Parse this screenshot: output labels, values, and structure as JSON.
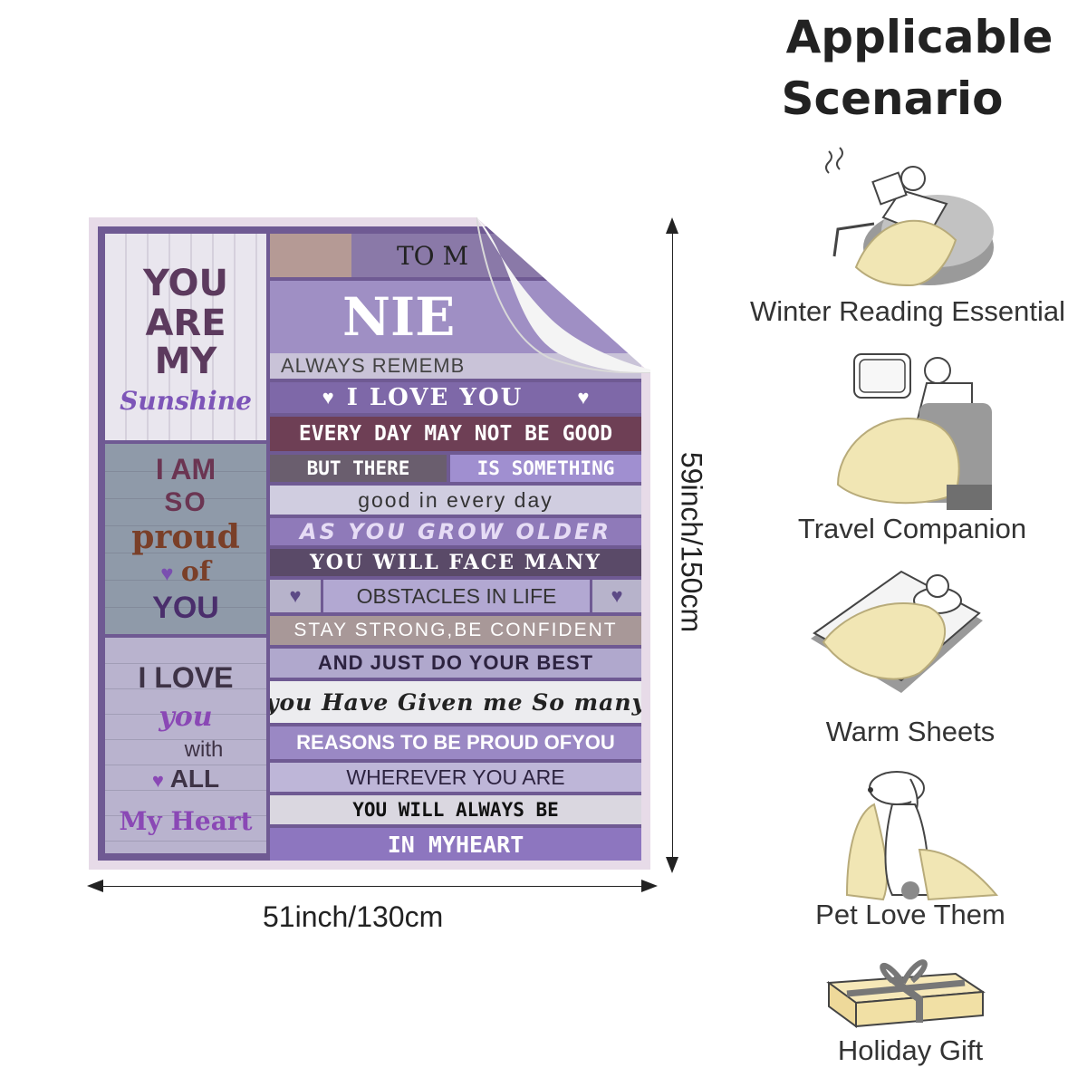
{
  "blanket": {
    "left_panel": {
      "block1": {
        "line1": "YOU",
        "line2": "ARE",
        "line3": "MY",
        "line4": "Sunshine"
      },
      "block2": {
        "line1": "I AM",
        "line2": "SO",
        "line3": "proud",
        "line4": "of",
        "line5": "YOU"
      },
      "block3": {
        "line1": "I LOVE",
        "line2": "you",
        "line3": "with",
        "line4": "ALL",
        "line5": "My Heart"
      }
    },
    "rows": {
      "to_my": "TO M",
      "niece": "NIE",
      "always": "ALWAYS REMEMB",
      "i_love_you": "I LOVE YOU",
      "every_day": "EVERY DAY MAY NOT BE GOOD",
      "but_there": "BUT THERE",
      "is_something": "IS SOMETHING",
      "good": "good in every day",
      "grow_older": "AS YOU GROW OLDER",
      "face_many": "YOU WILL FACE MANY",
      "obstacles": "OBSTACLES IN LIFE",
      "stay_strong": "STAY STRONG,BE CONFIDENT",
      "do_best": "AND JUST DO YOUR BEST",
      "given_me": "you Have Given me So many",
      "reasons": "REASONS TO BE PROUD OFYOU",
      "wherever": "WHEREVER YOU ARE",
      "always_be": "YOU WILL ALWAYS BE",
      "in_my_heart": "IN MYHEART"
    }
  },
  "dimensions": {
    "width_label": "51inch/130cm",
    "height_label": "59inch/150cm"
  },
  "scenario": {
    "title_line1": "Applicable",
    "title_line2": "Scenario",
    "items": [
      {
        "label": "Winter Reading Essential",
        "icon": "reading-person-icon"
      },
      {
        "label": "Travel Companion",
        "icon": "airplane-seat-person-icon"
      },
      {
        "label": "Warm Sheets",
        "icon": "sleeping-person-bed-icon"
      },
      {
        "label": "Pet Love Them",
        "icon": "dog-blanket-icon"
      },
      {
        "label": "Holiday Gift",
        "icon": "gift-box-icon"
      }
    ]
  },
  "colors": {
    "blanket_border": "#e7dbe8",
    "purple_dark": "#6f5a93",
    "lavender": "#a796c8",
    "blanket_yellow": "#f1e6b4",
    "gray_seat": "#9a9a9a"
  }
}
